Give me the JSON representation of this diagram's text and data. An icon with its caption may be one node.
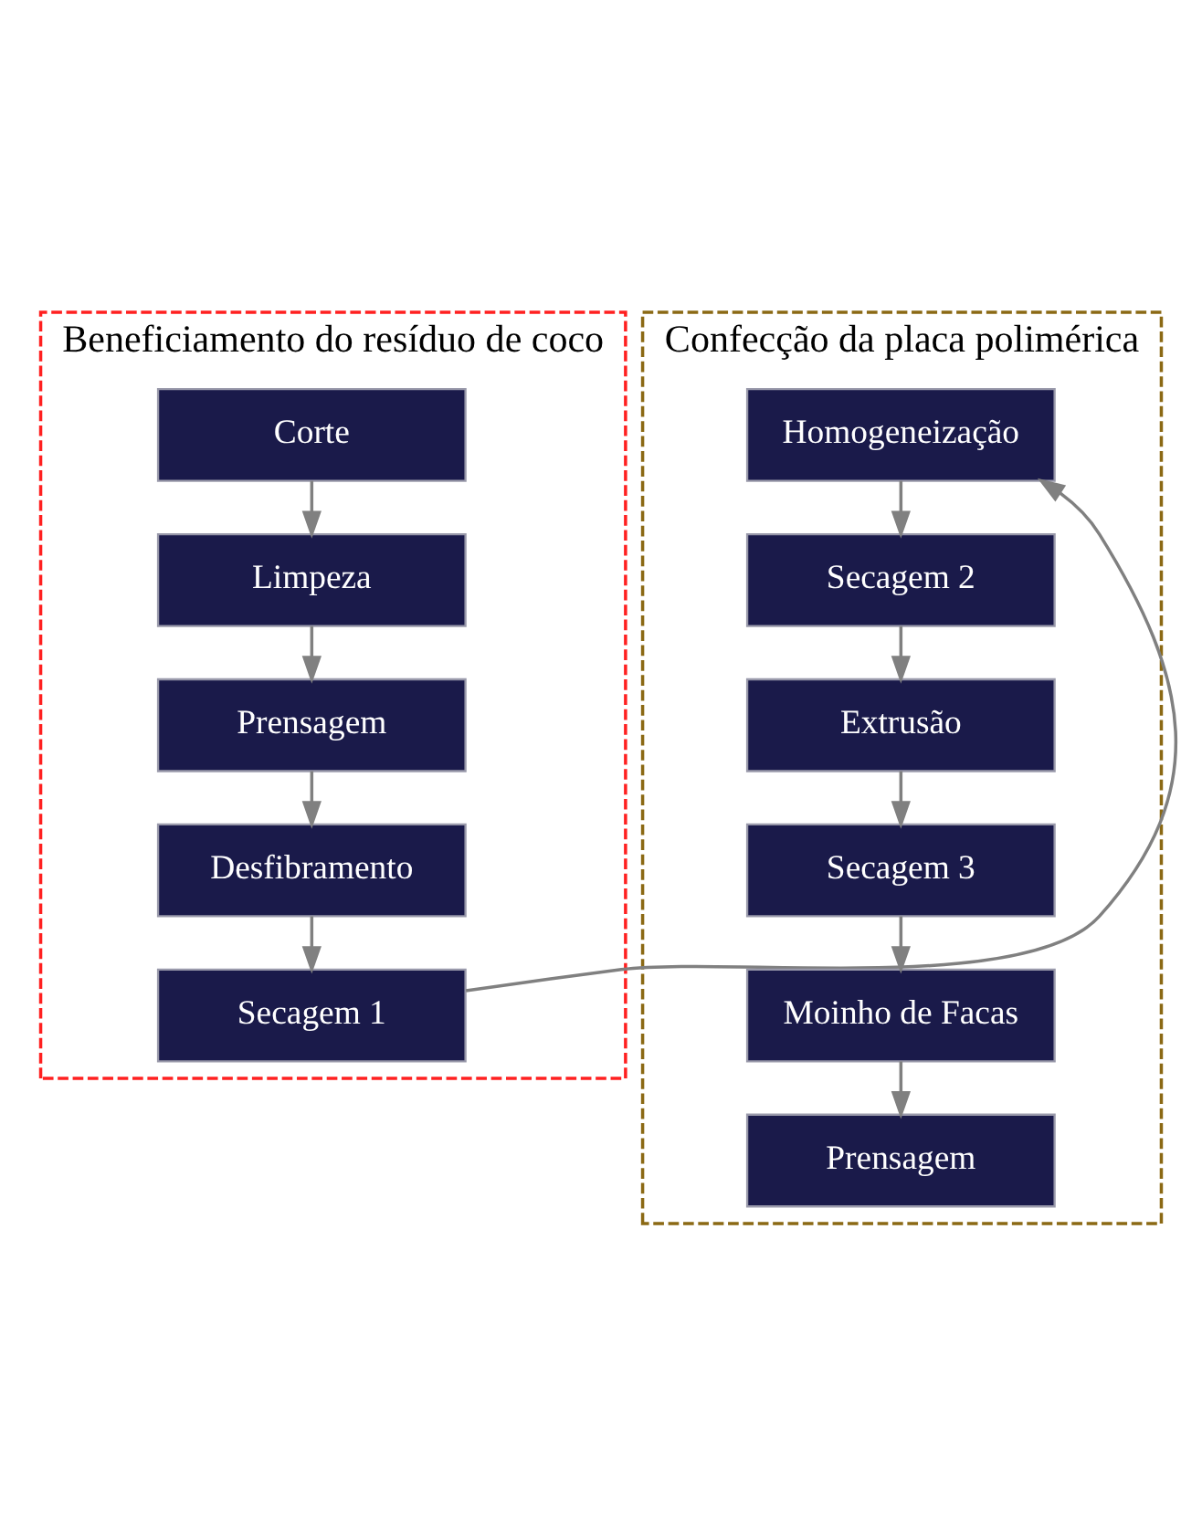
{
  "diagram": {
    "nodes": [
      {
        "text": [
          "Beneficiamento do resíduo de coco"
        ]
      },
      {
        "text": [
          "Corte"
        ],
        "in": 0
      },
      {
        "text": [
          "Limpeza"
        ],
        "in": 0
      },
      {
        "text": [
          "Prensagem"
        ],
        "in": 0
      },
      {
        "text": [
          "Desfibramento"
        ],
        "in": 0
      },
      {
        "text": [
          "Secagem 1"
        ],
        "in": 0
      },
      {
        "text": [
          "Confecção da placa polimérica"
        ]
      },
      {
        "text": [
          "Homogeneização"
        ],
        "in": 6
      },
      {
        "text": [
          "Secagem 2"
        ],
        "in": 6
      },
      {
        "text": [
          "Extrusão"
        ],
        "in": 6
      },
      {
        "text": [
          "Secagem 3"
        ],
        "in": 6
      },
      {
        "text": [
          "Moinho de Facas"
        ],
        "in": 6
      },
      {
        "text": [
          "Prensagem"
        ],
        "in": 6
      }
    ],
    "edges": [
      {
        "from": 1,
        "to": 2,
        "arrow": "to"
      },
      {
        "from": 2,
        "to": 3,
        "arrow": "to"
      },
      {
        "from": 3,
        "to": 4,
        "arrow": "to"
      },
      {
        "from": 4,
        "to": 5,
        "arrow": "to"
      },
      {
        "from": 5,
        "to": 7,
        "arrow": "to"
      },
      {
        "from": 7,
        "to": 8,
        "arrow": "to"
      },
      {
        "from": 8,
        "to": 9,
        "arrow": "to"
      },
      {
        "from": 9,
        "to": 10,
        "arrow": "to"
      },
      {
        "from": 10,
        "to": 11,
        "arrow": "to"
      },
      {
        "from": 11,
        "to": 12,
        "arrow": "to"
      }
    ]
  }
}
